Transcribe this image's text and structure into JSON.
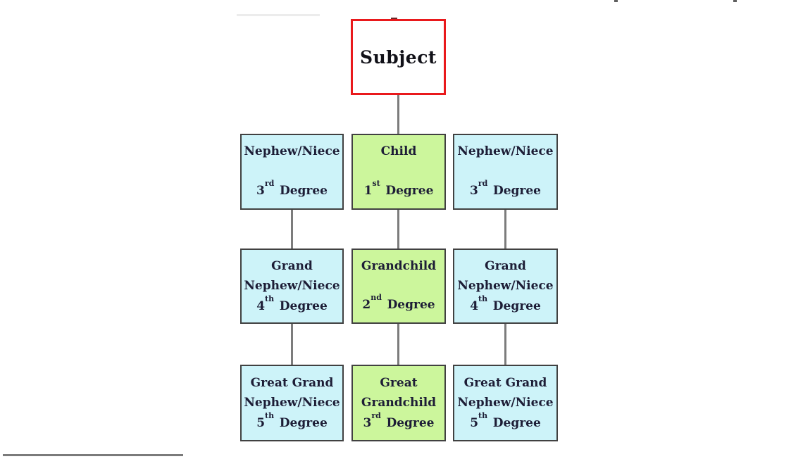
{
  "diagram": {
    "title_box": {
      "label": "Subject"
    },
    "rows": [
      {
        "cells": [
          {
            "id": "nephew-niece-left",
            "lines": [
              "Nephew/Niece"
            ],
            "degree": {
              "num": "3",
              "sup": "rd",
              "word": "Degree"
            }
          },
          {
            "id": "child",
            "lines": [
              "Child"
            ],
            "degree": {
              "num": "1",
              "sup": "st",
              "word": "Degree"
            }
          },
          {
            "id": "nephew-niece-right",
            "lines": [
              "Nephew/Niece"
            ],
            "degree": {
              "num": "3",
              "sup": "rd",
              "word": "Degree"
            }
          }
        ]
      },
      {
        "cells": [
          {
            "id": "grand-nephew-niece-left",
            "lines": [
              "Grand",
              "Nephew/Niece"
            ],
            "degree": {
              "num": "4",
              "sup": "th",
              "word": "Degree"
            }
          },
          {
            "id": "grandchild",
            "lines": [
              "Grandchild"
            ],
            "degree": {
              "num": "2",
              "sup": "nd",
              "word": "Degree"
            }
          },
          {
            "id": "grand-nephew-niece-right",
            "lines": [
              "Grand",
              "Nephew/Niece"
            ],
            "degree": {
              "num": "4",
              "sup": "th",
              "word": "Degree"
            }
          }
        ]
      },
      {
        "cells": [
          {
            "id": "great-grand-nephew-niece-left",
            "lines": [
              "Great Grand",
              "Nephew/Niece"
            ],
            "degree": {
              "num": "5",
              "sup": "th",
              "word": "Degree"
            }
          },
          {
            "id": "great-grandchild",
            "lines": [
              "Great",
              "Grandchild"
            ],
            "degree": {
              "num": "3",
              "sup": "rd",
              "word": "Degree"
            }
          },
          {
            "id": "great-grand-nephew-niece-right",
            "lines": [
              "Great Grand",
              "Nephew/Niece"
            ],
            "degree": {
              "num": "5",
              "sup": "th",
              "word": "Degree"
            }
          }
        ]
      }
    ],
    "colors": {
      "subject_border": "#e9191c",
      "box_border": "#414141",
      "relative_fill": "#cdf3f9",
      "direct_fill": "#ccf69c",
      "line": "#7c7c7c",
      "text": "#1d1d36"
    }
  }
}
